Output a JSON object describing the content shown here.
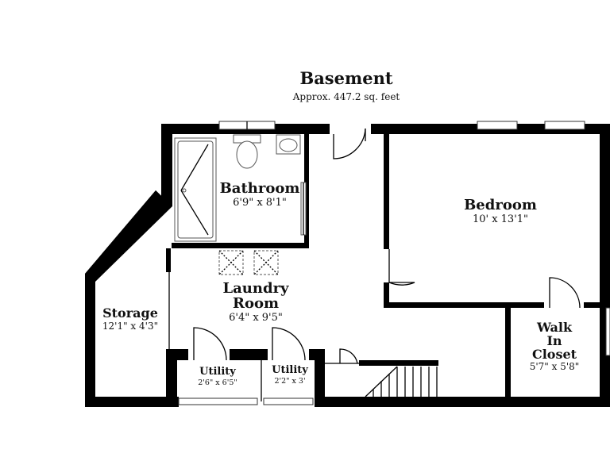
{
  "title": "Basement",
  "subtitle": "Approx. 447.2 sq. feet",
  "rooms": {
    "bathroom": {
      "name": "Bathroom",
      "dims": "6'9\" x 8'1\""
    },
    "bedroom": {
      "name": "Bedroom",
      "dims": "10' x 13'1\""
    },
    "laundry": {
      "name_line1": "Laundry",
      "name_line2": "Room",
      "dims": "6'4\" x 9'5\""
    },
    "storage": {
      "name": "Storage",
      "dims": "12'1\" x 4'3\""
    },
    "walkin": {
      "name_line1": "Walk",
      "name_line2": "In",
      "name_line3": "Closet",
      "dims": "5'7\" x 5'8\""
    },
    "utility1": {
      "name": "Utility",
      "dims": "2'6\" x 6'5\""
    },
    "utility2": {
      "name": "Utility",
      "dims": "2'2\" x 3'"
    }
  }
}
